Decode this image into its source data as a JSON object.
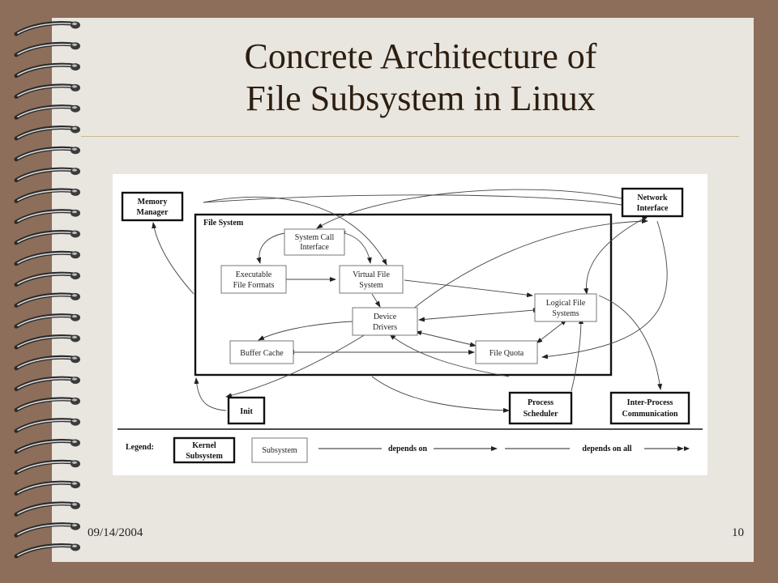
{
  "slide": {
    "title_line1": "Concrete Architecture of",
    "title_line2": "File Subsystem in Linux",
    "date": "09/14/2004",
    "page_number": "10"
  },
  "diagram": {
    "file_system_label": "File System",
    "kernel_subsystems": {
      "memory_manager": [
        "Memory",
        "Manager"
      ],
      "network_interface": [
        "Network",
        "Interface"
      ],
      "init": [
        "Init"
      ],
      "process_scheduler": [
        "Process",
        "Scheduler"
      ],
      "ipc": [
        "Inter-Process",
        "Communication"
      ]
    },
    "subsystems": {
      "system_call_interface": [
        "System Call",
        "Interface"
      ],
      "executable_file_formats": [
        "Executable",
        "File Formats"
      ],
      "virtual_file_system": [
        "Virtual File",
        "System"
      ],
      "device_drivers": [
        "Device",
        "Drivers"
      ],
      "logical_file_systems": [
        "Logical File",
        "Systems"
      ],
      "buffer_cache": [
        "Buffer Cache"
      ],
      "file_quota": [
        "File Quota"
      ]
    },
    "legend": {
      "label": "Legend:",
      "kernel_subsystem": [
        "Kernel",
        "Subsystem"
      ],
      "subsystem": "Subsystem",
      "depends_on": "depends on",
      "depends_on_all": "depends on all"
    }
  }
}
